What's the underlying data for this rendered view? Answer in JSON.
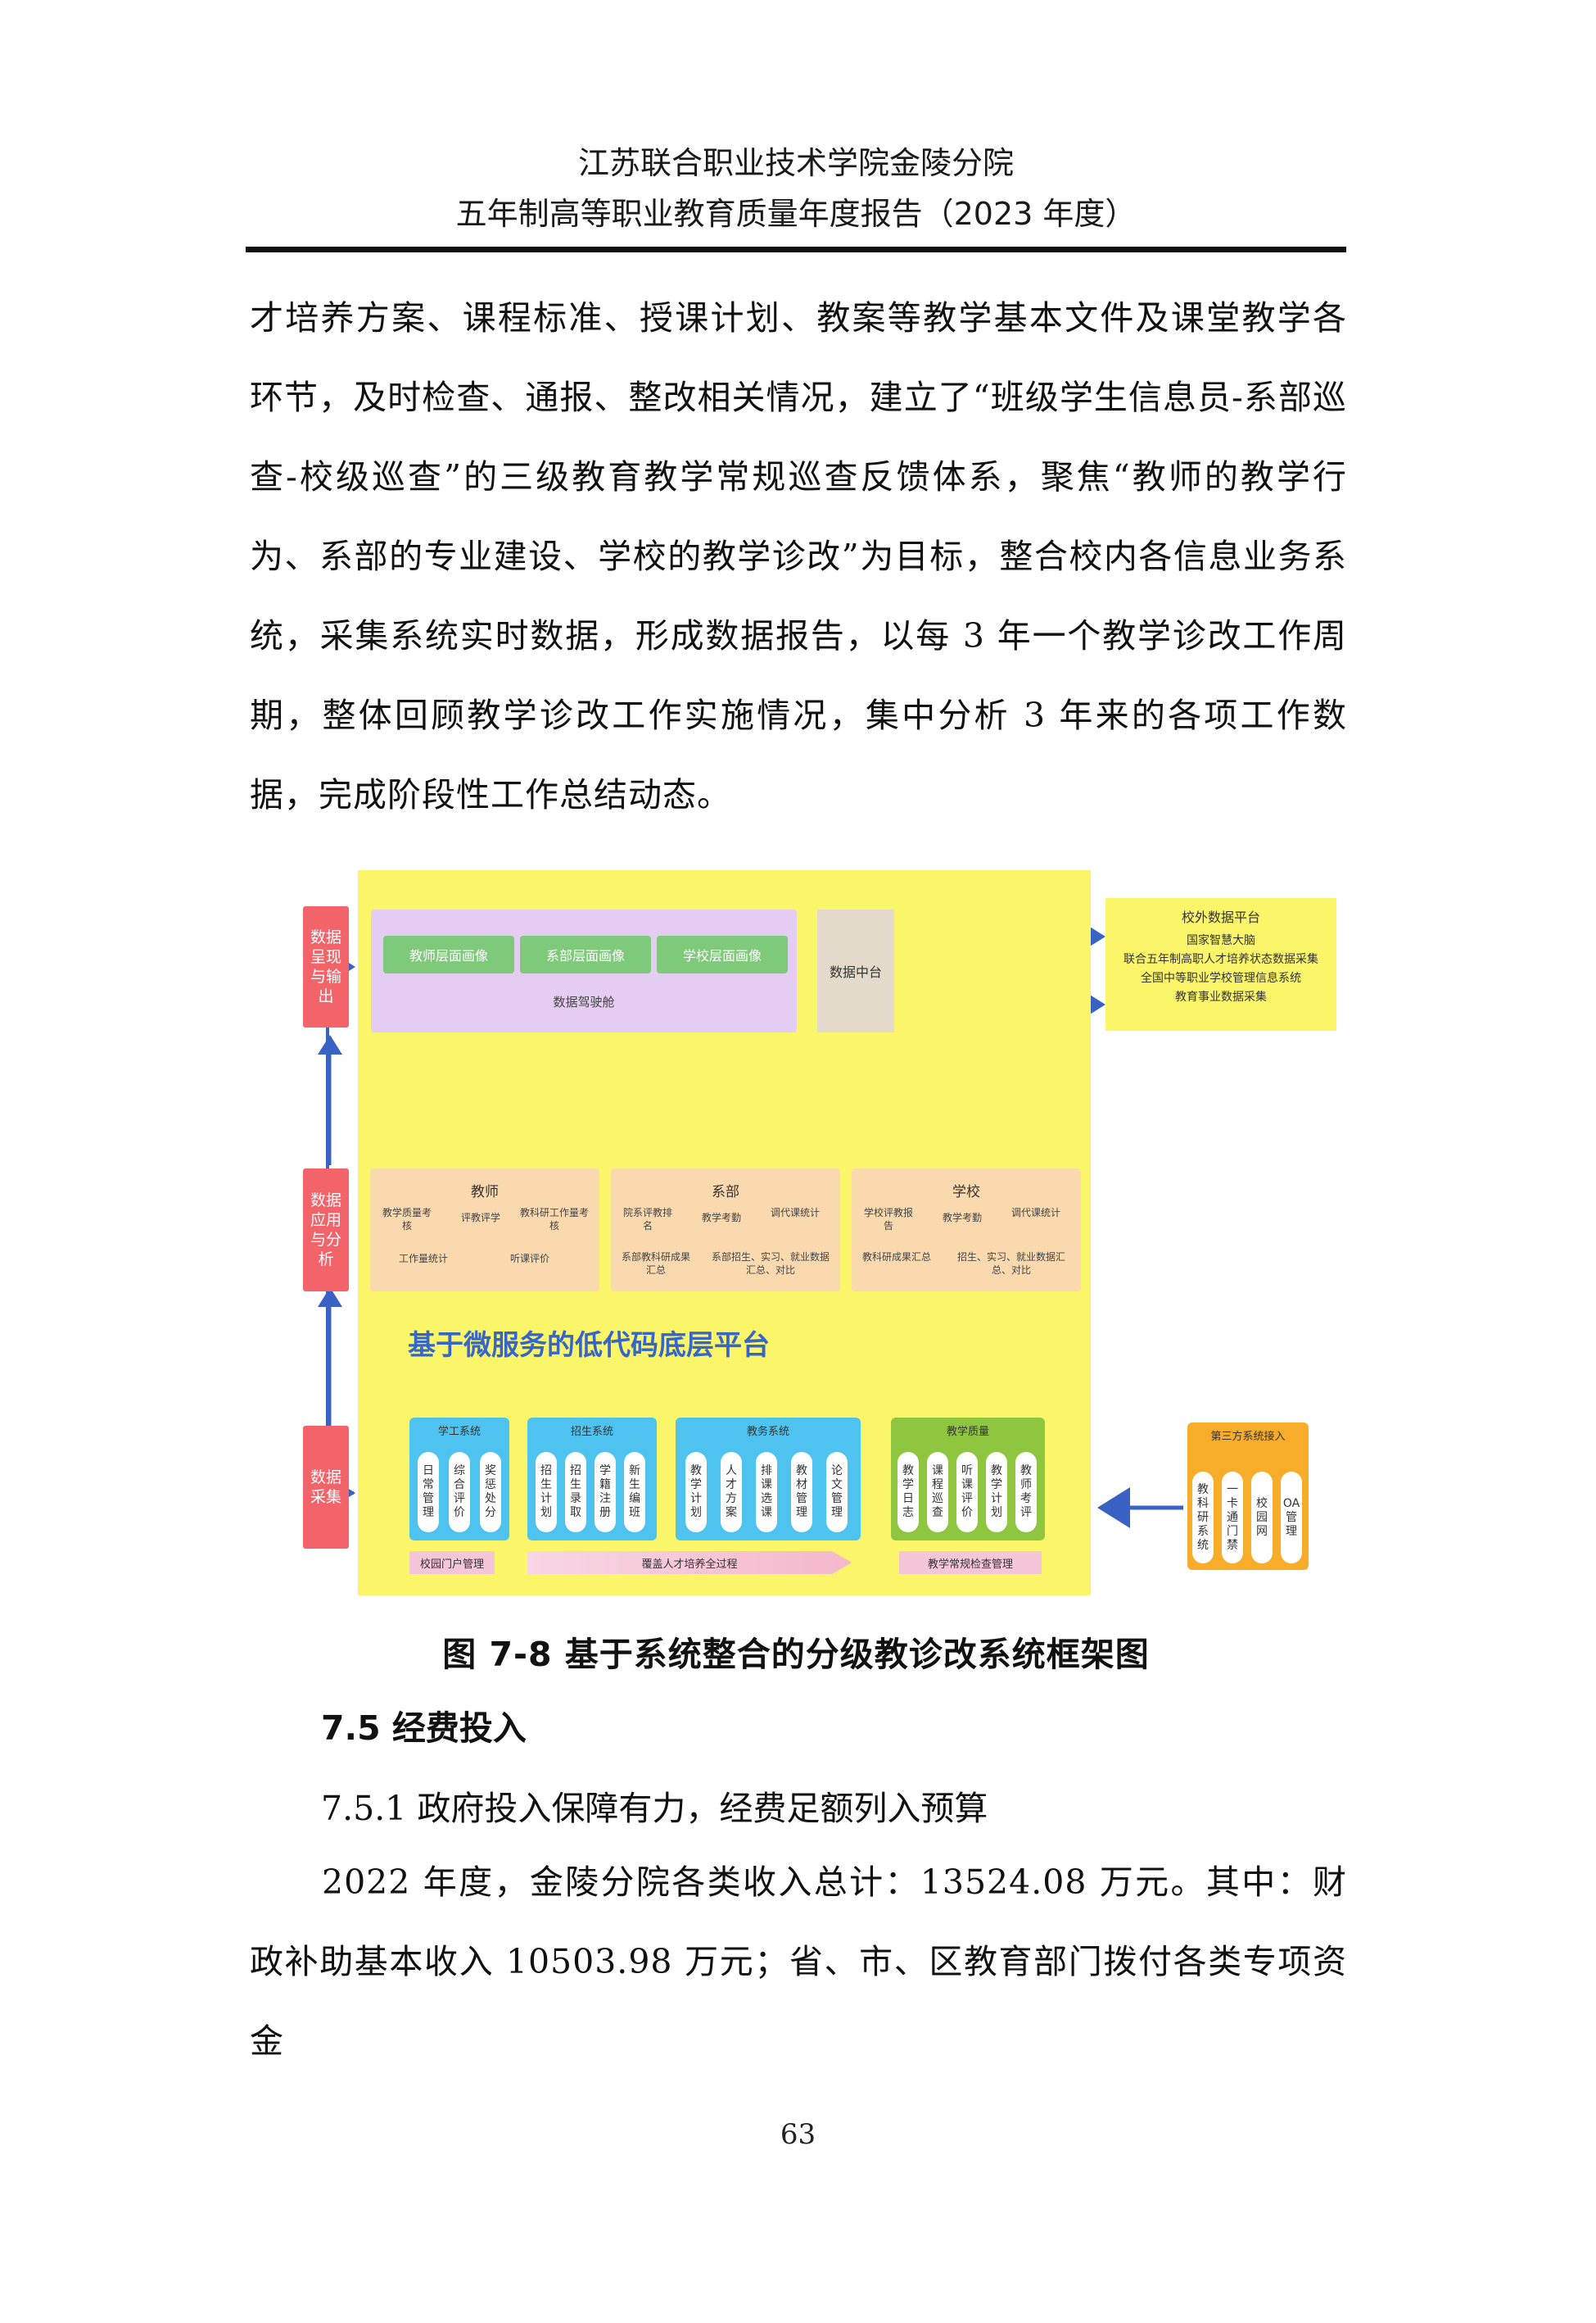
{
  "header": {
    "line1": "江苏联合职业技术学院金陵分院",
    "line2": "五年制高等职业教育质量年度报告（2023 年度）"
  },
  "paragraph1": "才培养方案、课程标准、授课计划、教案等教学基本文件及课堂教学各环节，及时检查、通报、整改相关情况，建立了“班级学生信息员-系部巡查-校级巡查”的三级教育教学常规巡查反馈体系，聚焦“教师的教学行为、系部的专业建设、学校的教学诊改”为目标，整合校内各信息业务系统，采集系统实时数据，形成数据报告，以每 3 年一个教学诊改工作周期，整体回顾教学诊改工作实施情况，集中分析 3 年来的各项工作数据，完成阶段性工作总结动态。",
  "figure": {
    "side_labels": [
      "数据呈现与输出",
      "数据应用与分析",
      "数据采集"
    ],
    "portrait_buttons": [
      "教师层面画像",
      "系部层面画像",
      "学校层面画像"
    ],
    "portrait_caption": "数据驾驶舱",
    "center": "数据中台",
    "external": {
      "title": "校外数据平台",
      "items": [
        "国家智慧大脑",
        "联合五年制高职人才培养状态数据采集",
        "全国中等职业学校管理信息系统",
        "教育事业数据采集"
      ]
    },
    "apps": [
      {
        "title": "教师",
        "items": [
          "教学质量考核",
          "评教评学",
          "教科研工作量考核",
          "工作量统计",
          "听课评价"
        ]
      },
      {
        "title": "系部",
        "items": [
          "院系评教排名",
          "教学考勤",
          "调代课统计",
          "系部教科研成果汇总",
          "系部招生、实习、就业数据汇总、对比"
        ]
      },
      {
        "title": "学校",
        "items": [
          "学校评教报告",
          "教学考勤",
          "调代课统计",
          "教科研成果汇总",
          "招生、实习、就业数据汇总、对比"
        ]
      }
    ],
    "platform": "基于微服务的低代码底层平台",
    "systems": [
      {
        "title": "学工系统",
        "color": "#4fc3f0",
        "items": [
          "日常管理",
          "综合评价",
          "奖惩处分"
        ]
      },
      {
        "title": "招生系统",
        "color": "#4fc3f0",
        "items": [
          "招生计划",
          "招生录取",
          "学籍注册",
          "新生编班"
        ]
      },
      {
        "title": "教务系统",
        "color": "#4fc3f0",
        "items": [
          "教学计划",
          "人才方案",
          "排课选课",
          "教材管理",
          "论文管理"
        ]
      },
      {
        "title": "教学质量",
        "color": "#8ec63f",
        "items": [
          "教学日志",
          "课程巡查",
          "听课评价",
          "教学计划",
          "教师考评"
        ]
      }
    ],
    "third_party": {
      "title": "第三方系统接入",
      "items": [
        "教科研系统",
        "一卡通门禁",
        "校园网",
        "OA管理"
      ]
    },
    "bottom_tags": [
      "校园门户管理",
      "覆盖人才培养全过程",
      "教学常规检查管理"
    ]
  },
  "caption": "图 7-8 基于系统整合的分级教诊改系统框架图",
  "section_title": "7.5 经费投入",
  "subsection_title": "7.5.1 政府投入保障有力，经费足额列入预算",
  "paragraph2": "2022 年度，金陵分院各类收入总计：13524.08 万元。其中：财政补助基本收入 10503.98 万元；省、市、区教育部门拨付各类专项资金",
  "page_number": "63"
}
